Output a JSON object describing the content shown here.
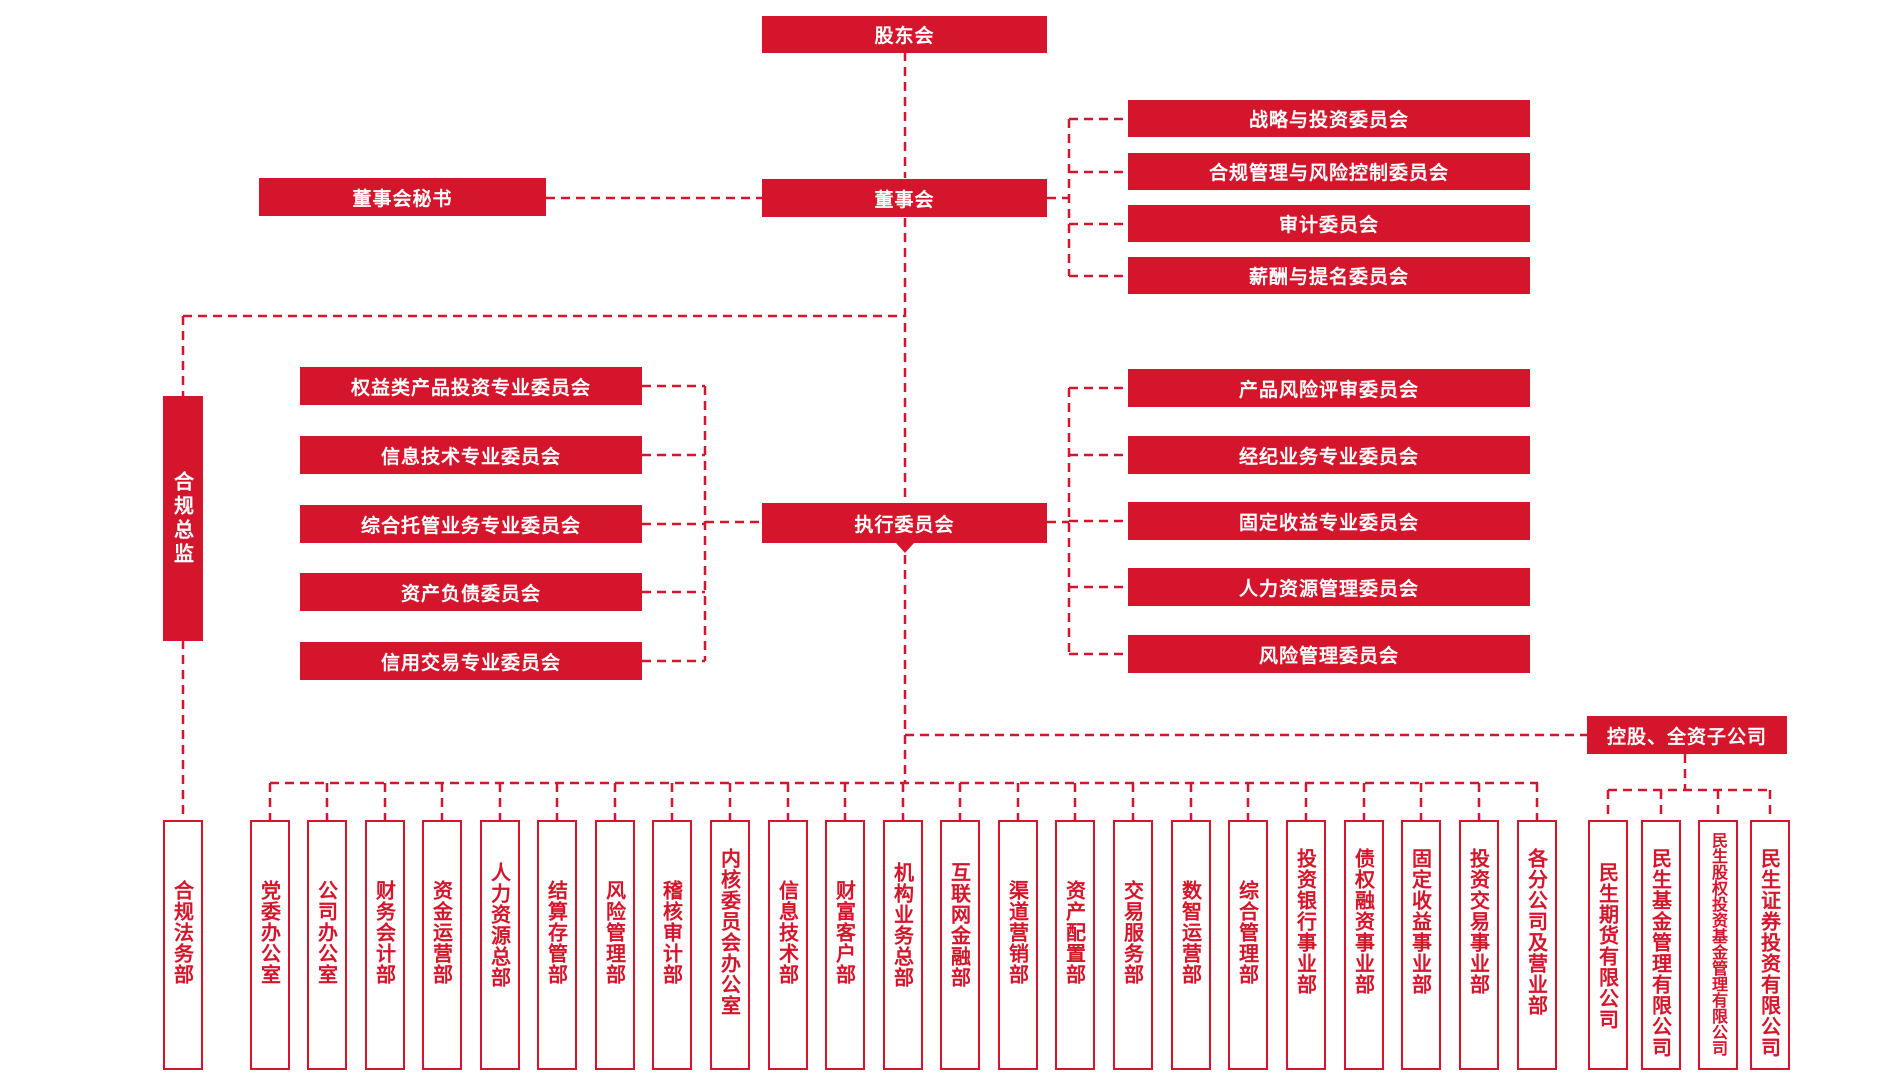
{
  "top": {
    "shareholders": "股东会",
    "board": "董事会",
    "board_secretary": "董事会秘书",
    "executive_committee": "执行委员会",
    "chief_compliance_officer": "合规总监",
    "subsidiaries_header": "控股、全资子公司"
  },
  "board_committees": [
    "战略与投资委员会",
    "合规管理与风险控制委员会",
    "审计委员会",
    "薪酬与提名委员会"
  ],
  "exec_left_committees": [
    "权益类产品投资专业委员会",
    "信息技术专业委员会",
    "综合托管业务专业委员会",
    "资产负债委员会",
    "信用交易专业委员会"
  ],
  "exec_right_committees": [
    "产品风险评审委员会",
    "经纪业务专业委员会",
    "固定收益专业委员会",
    "人力资源管理委员会",
    "风险管理委员会"
  ],
  "compliance_dept": "合规法务部",
  "departments": [
    "党委办公室",
    "公司办公室",
    "财务会计部",
    "资金运营部",
    "人力资源总部",
    "结算存管部",
    "风险管理部",
    "稽核审计部",
    "内核委员会办公室",
    "信息技术部",
    "财富客户部",
    "机构业务总部",
    "互联网金融部",
    "渠道营销部",
    "资产配置部",
    "交易服务部",
    "数智运营部",
    "综合管理部",
    "投资银行事业部",
    "债权融资事业部",
    "固定收益事业部",
    "投资交易事业部",
    "各分公司及营业部"
  ],
  "subsidiaries": [
    "民生期货有限公司",
    "民生基金管理有限公司",
    "民生股权投资基金管理有限公司",
    "民生证券投资有限公司"
  ],
  "colors": {
    "brand_red": "#d5152b",
    "background": "#ffffff"
  }
}
